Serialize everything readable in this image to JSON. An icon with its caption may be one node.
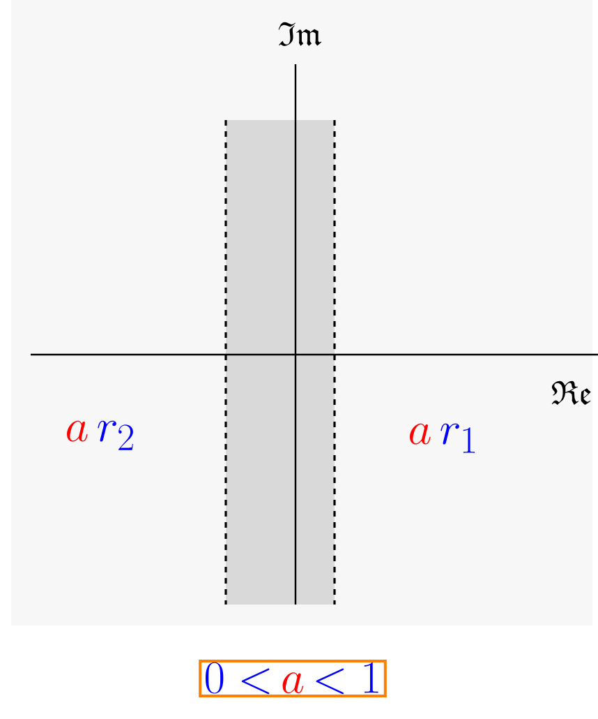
{
  "diagram": {
    "nodes": [
      {
        "text": [
          "{\\color[HTML]{0000FF}0<}\\,{\\color[HTML]{FF0000}a}\\,{\\color[HTML]{0000FF}<1}"
        ]
      }
    ],
    "labels": [
      "\\mathfrak{Im}",
      "\\mathfrak{Re}",
      "{\\color[HTML]{FF0000}a}\\,{\\color[HTML]{0000FF}r_2}",
      "{\\color[HTML]{FF0000}a}\\,{\\color[HTML]{0000FF}r_1}"
    ]
  }
}
